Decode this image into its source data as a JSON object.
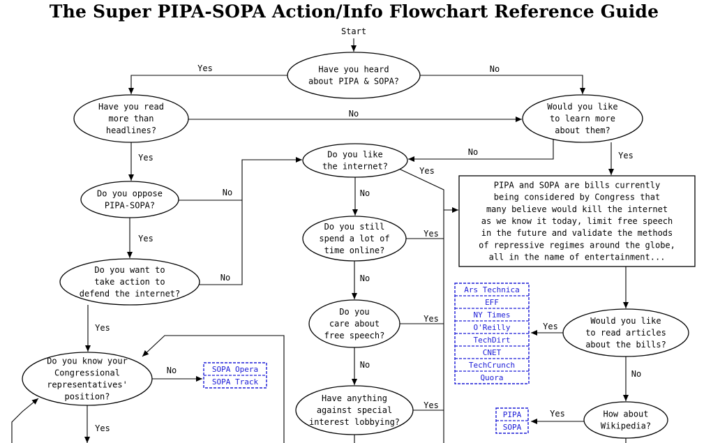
{
  "title": "The Super PIPA-SOPA Action/Info Flowchart Reference Guide",
  "start": "Start",
  "nodes": {
    "heard": [
      "Have you heard",
      "about PIPA & SOPA?"
    ],
    "read_more": [
      "Have you read",
      "more than",
      "headlines?"
    ],
    "learn_more": [
      "Would you like",
      "to learn more",
      "about them?"
    ],
    "like_internet": [
      "Do you like",
      "the internet?"
    ],
    "oppose": [
      "Do you oppose",
      "PIPA-SOPA?"
    ],
    "spend_time": [
      "Do you still",
      "spend a lot of",
      "time online?"
    ],
    "take_action": [
      "Do you want to",
      "take action to",
      "defend the internet?"
    ],
    "free_speech": [
      "Do you",
      "care about",
      "free speech?"
    ],
    "know_reps": [
      "Do you know your",
      "Congressional",
      "representatives'",
      "position?"
    ],
    "special_interest": [
      "Have anything",
      "against special",
      "interest lobbying?"
    ],
    "read_articles": [
      "Would you like",
      "to read articles",
      "about the bills?"
    ],
    "wikipedia": [
      "How about",
      "Wikipedia?"
    ],
    "info_box": [
      "PIPA and SOPA are bills currently",
      "being considered by Congress that",
      "many believe would kill the internet",
      "as we know it today, limit free speech",
      "in the future and validate the methods",
      "of repressive regimes around the globe,",
      "all in the name of entertainment..."
    ]
  },
  "labels": {
    "yes": "Yes",
    "no": "No"
  },
  "links": {
    "articles": [
      "Ars Technica",
      "EFF",
      "NY Times",
      "O'Reilly",
      "TechDirt",
      "CNET",
      "TechCrunch",
      "Quora"
    ],
    "reps": [
      "SOPA Opera",
      "SOPA Track"
    ],
    "wiki": [
      "PIPA",
      "SOPA"
    ]
  }
}
